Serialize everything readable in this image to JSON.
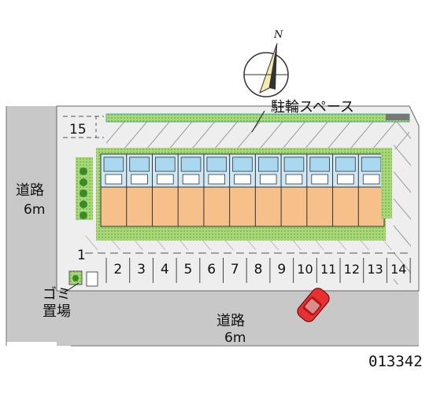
{
  "compass": {
    "north_label": "N"
  },
  "labels": {
    "bicycle_space": "駐輪スペース",
    "road_left_name": "道路",
    "road_left_width": "6m",
    "road_bottom_name": "道路",
    "road_bottom_width": "6m",
    "garbage_line1": "ゴミ",
    "garbage_line2": "置場",
    "map_id": "013342"
  },
  "parking": {
    "top_slot": "15",
    "left_slot": "1",
    "bottom_slots": [
      "2",
      "3",
      "4",
      "5",
      "6",
      "7",
      "8",
      "9",
      "10",
      "11",
      "12",
      "13",
      "14"
    ]
  },
  "building": {
    "unit_count": 11
  },
  "colors": {
    "road": "#c8c8c8",
    "lot": "#f0f0f0",
    "grass": "#9ad06a",
    "units": "#f7c08a",
    "entrance": "#a9d8f0",
    "car": "#e83030",
    "hatch": "#999999"
  }
}
